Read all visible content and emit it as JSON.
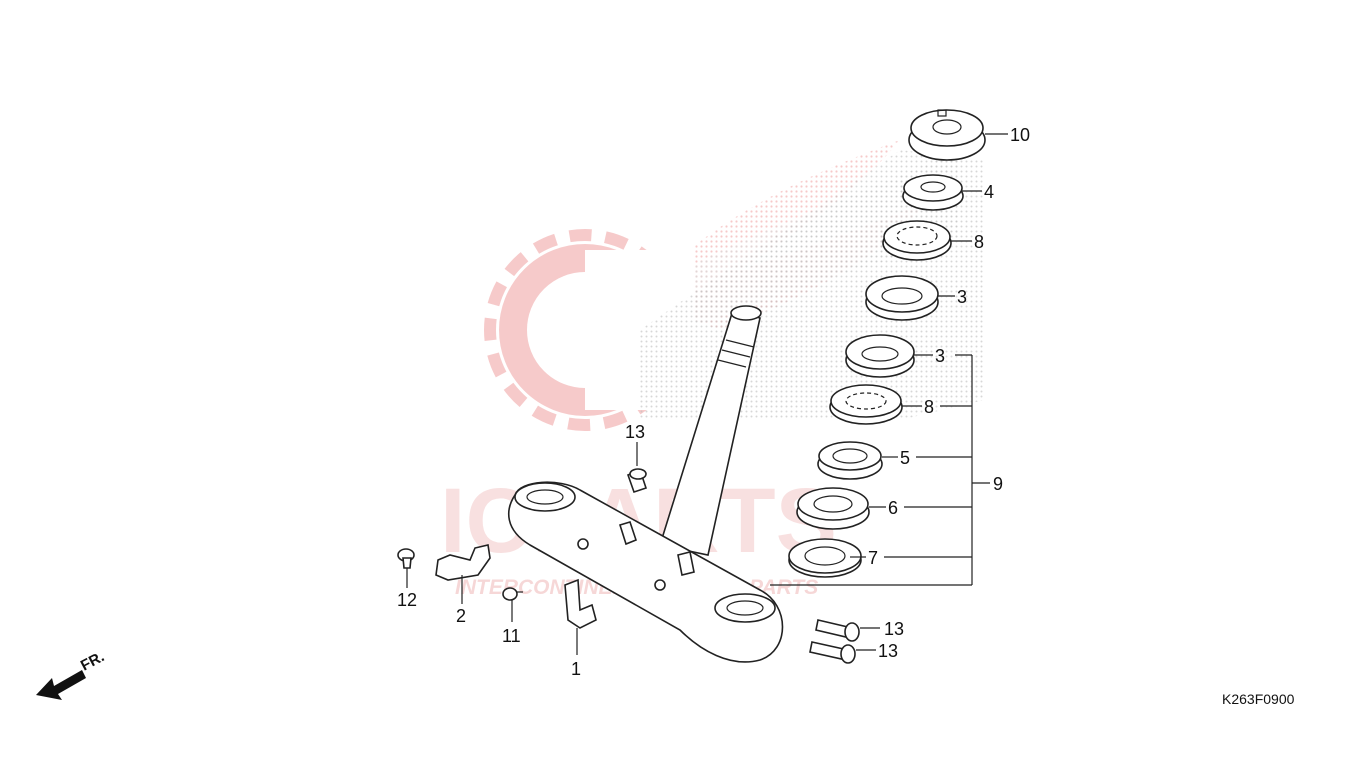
{
  "diagram": {
    "code": "K263F0900",
    "direction_label": "FR.",
    "watermark": {
      "main": "ICPARTS",
      "sub": "INTERCONTINENTAL SPARE PARTS"
    },
    "callouts": {
      "c10": "10",
      "c4": "4",
      "c8a": "8",
      "c3a": "3",
      "c3b": "3",
      "c8b": "8",
      "c5": "5",
      "c6": "6",
      "c7": "7",
      "c9": "9",
      "c13a": "13",
      "c13b": "13",
      "c13c": "13",
      "c12": "12",
      "c2": "2",
      "c11": "11",
      "c1": "1"
    }
  }
}
